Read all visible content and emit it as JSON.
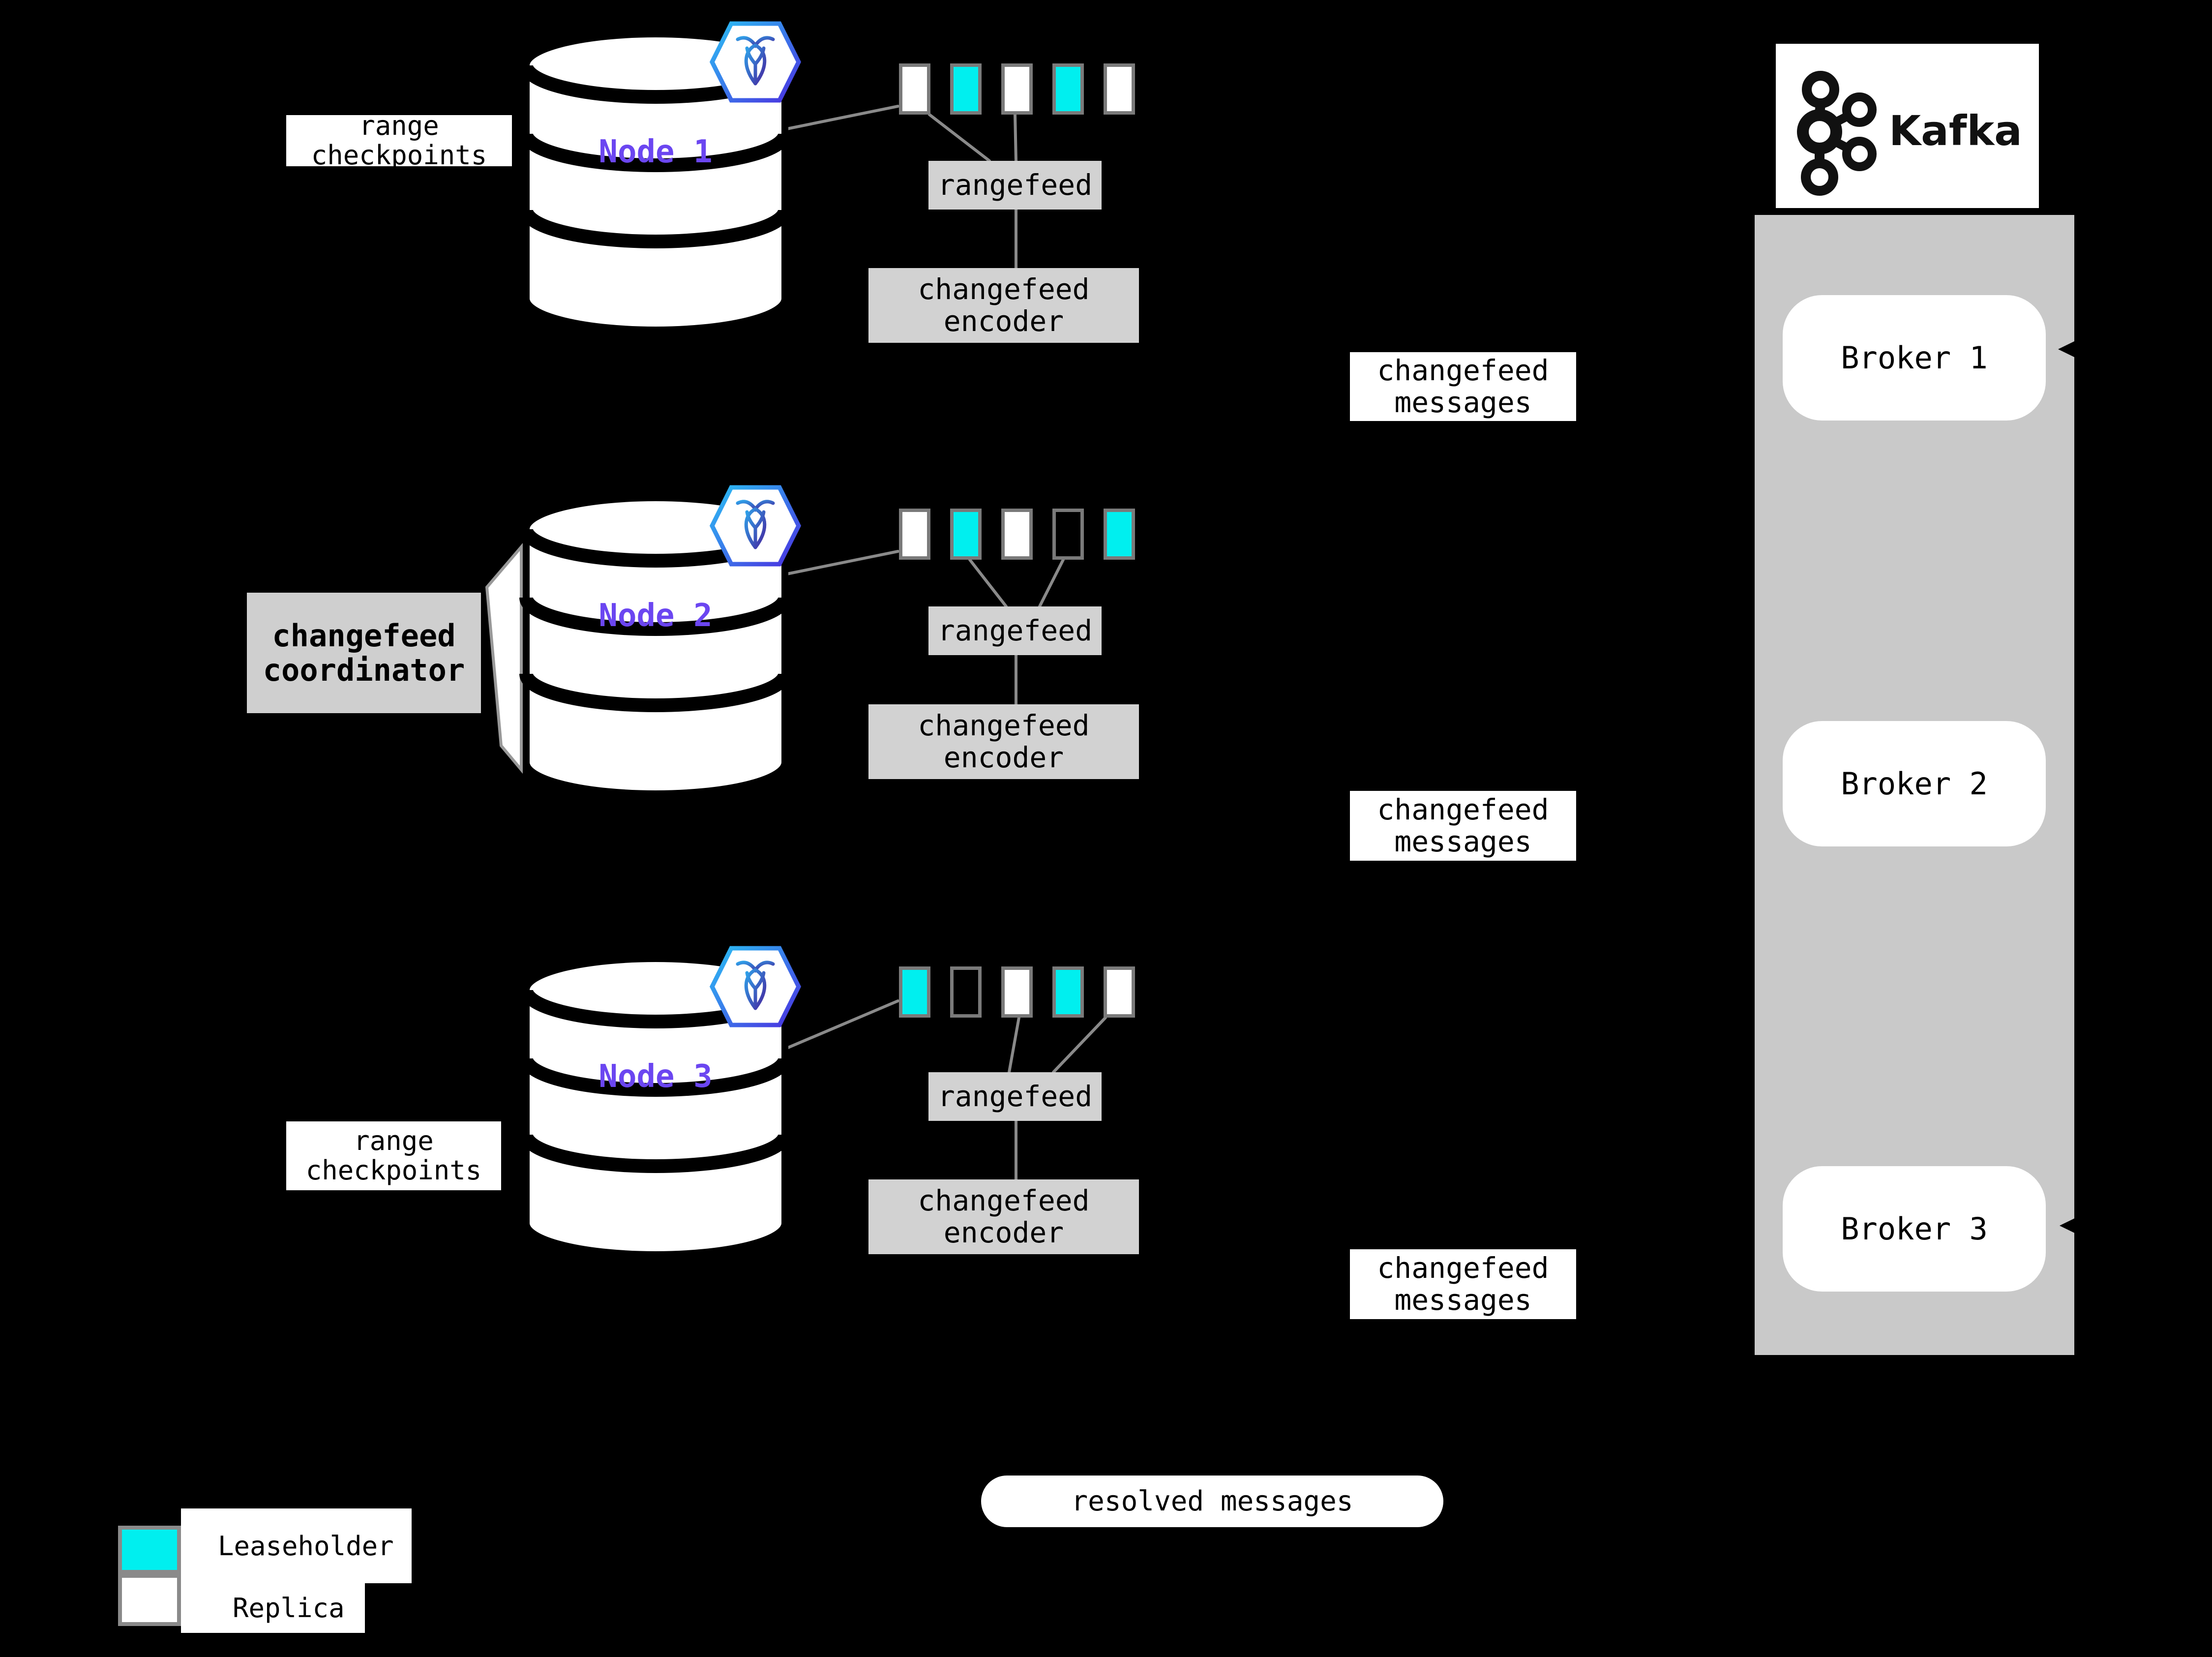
{
  "nodes": [
    {
      "label": "Node 1",
      "side_label_lines": [
        "range",
        "checkpoints"
      ],
      "rangefeed_label": "rangefeed",
      "encoder_lines": [
        "changefeed",
        "encoder"
      ],
      "messages_lines": [
        "changefeed",
        "messages"
      ],
      "squares": [
        "replica",
        "leaseholder",
        "replica",
        "leaseholder",
        "replica"
      ]
    },
    {
      "label": "Node 2",
      "side_label_lines": [
        "changefeed",
        "coordinator"
      ],
      "rangefeed_label": "rangefeed",
      "encoder_lines": [
        "changefeed",
        "encoder"
      ],
      "messages_lines": [
        "changefeed",
        "messages"
      ],
      "squares": [
        "replica",
        "leaseholder",
        "replica",
        "empty",
        "leaseholder"
      ]
    },
    {
      "label": "Node 3",
      "side_label_lines": [
        "range",
        "checkpoints"
      ],
      "rangefeed_label": "rangefeed",
      "encoder_lines": [
        "changefeed",
        "encoder"
      ],
      "messages_lines": [
        "changefeed",
        "messages"
      ],
      "squares": [
        "leaseholder",
        "empty",
        "replica",
        "leaseholder",
        "replica"
      ]
    }
  ],
  "kafka": {
    "logo_text": "Kafka",
    "brokers": [
      "Broker 1",
      "Broker 2",
      "Broker 3"
    ]
  },
  "resolved_label": "resolved messages",
  "legend": [
    {
      "swatch": "leaseholder",
      "label": "Leaseholder"
    },
    {
      "swatch": "replica",
      "label": "Replica"
    }
  ],
  "colors": {
    "leaseholder": "#00EFEF",
    "replica": "#FFFFFF",
    "node_label": "#6B46F1",
    "kafka_panel": "#C9C9C9",
    "process_box": "#D2D2D2",
    "background": "#000000",
    "badge_gradient_start": "#2BC0F4",
    "badge_gradient_end": "#4A2FE0"
  },
  "icons": {
    "node_badge": "cockroachdb-hexagon-icon",
    "kafka_logo": "kafka-logo-icon"
  }
}
